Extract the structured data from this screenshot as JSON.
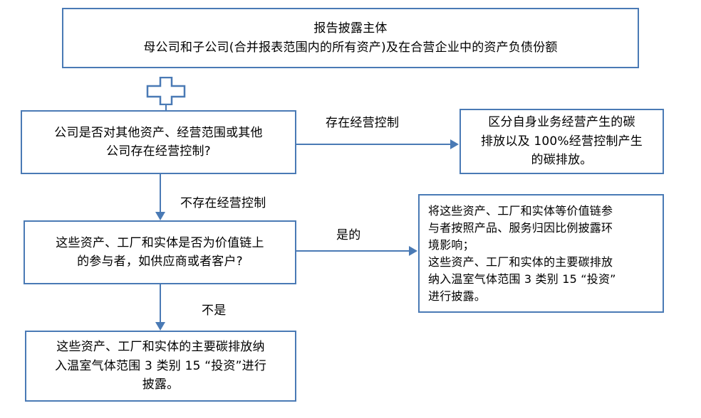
{
  "diagram": {
    "title": "报告披露主体流程图",
    "accent_color": "#4a7ab5",
    "box_fill": "#ffffff",
    "text_color": "#000000",
    "nodes": {
      "reporting_entity": {
        "label": "报告披露主体\n母公司和子公司(合并报表范围内的所有资产)及在合营企业中的资产负债份额"
      },
      "decision_operational_control": {
        "label": "公司是否对其他资产、经营范围或其他\n公司存在经营控制?"
      },
      "outcome_operational_control": {
        "label": "区分自身业务经营产生的碳\n排放以及 100%经营控制产生\n的碳排放。"
      },
      "decision_value_chain": {
        "label": "这些资产、工厂和实体是否为价值链上\n的参与者，如供应商或者客户?"
      },
      "outcome_value_chain": {
        "label": "将这些资产、工厂和实体等价值链参\n与者按照产品、服务归因比例披露环\n境影响；\n这些资产、工厂和实体的主要碳排放\n纳入温室气体范围 3 类别 15 “投资”\n进行披露。"
      },
      "outcome_scope3_investments": {
        "label": "这些资产、工厂和实体的主要碳排放纳\n入温室气体范围 3 类别 15 “投资”进行\n披露。"
      }
    },
    "edges": {
      "has_operational_control": {
        "label": "存在经营控制"
      },
      "no_operational_control": {
        "label": "不存在经营控制"
      },
      "value_chain_yes": {
        "label": "是的"
      },
      "value_chain_no": {
        "label": "不是"
      }
    },
    "icons": {
      "plus_connector": "plus-icon"
    }
  }
}
